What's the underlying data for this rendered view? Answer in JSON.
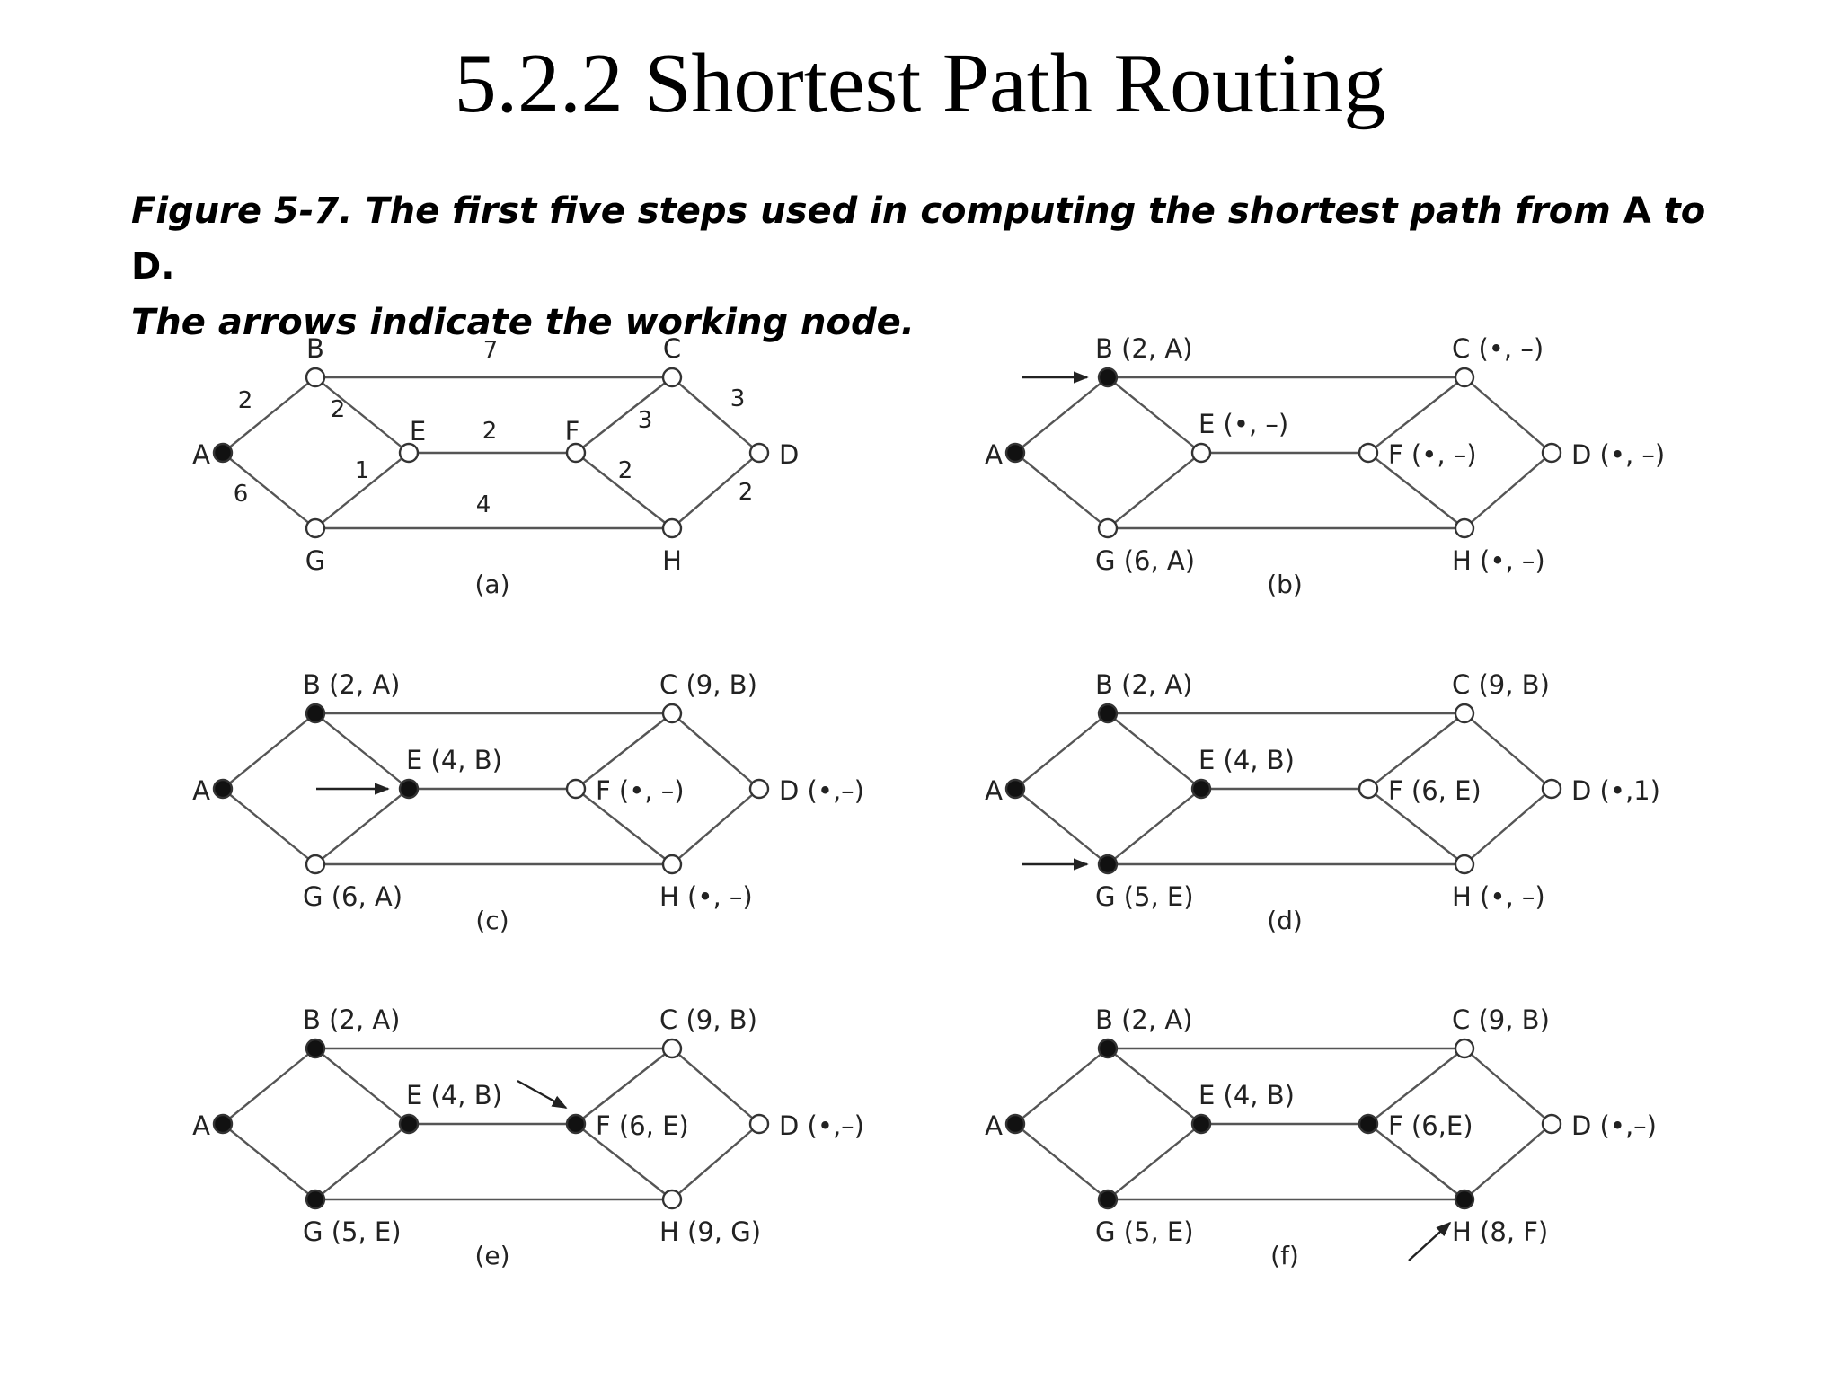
{
  "title": "5.2.2 Shortest Path Routing",
  "caption": {
    "line1_italic_a": "Figure 5-7. The first five steps used in computing the shortest path from ",
    "line1_node_a": "A",
    "line1_italic_b": " to ",
    "line1_node_b": "D",
    "line1_end": ".",
    "line2": "The arrows indicate the working node."
  },
  "panels": [
    {
      "id": "a",
      "sublabel": "(a)",
      "labels": {
        "A": "A",
        "B": "B",
        "C": "C",
        "D": "D",
        "E": "E",
        "F": "F",
        "G": "G",
        "H": "H"
      },
      "filled": [
        "A"
      ],
      "weights": {
        "AB": "2",
        "AG": "6",
        "BC": "7",
        "BE": "2",
        "EG": "1",
        "EF": "2",
        "GH": "4",
        "FC": "3",
        "FH": "2",
        "CD": "3",
        "HD": "2"
      },
      "arrow": null
    },
    {
      "id": "b",
      "sublabel": "(b)",
      "labels": {
        "A": "A",
        "B": "B (2, A)",
        "C": "C (•, –)",
        "D": "D (•, –)",
        "E": "E (•, –)",
        "F": "F (•, –)",
        "G": "G (6, A)",
        "H": "H (•, –)"
      },
      "filled": [
        "A",
        "B"
      ],
      "arrow": "B"
    },
    {
      "id": "c",
      "sublabel": "(c)",
      "labels": {
        "A": "A",
        "B": "B (2, A)",
        "C": "C (9, B)",
        "D": "D (•,–)",
        "E": "E (4, B)",
        "F": "F (•, –)",
        "G": "G (6, A)",
        "H": "H (•, –)"
      },
      "filled": [
        "A",
        "B",
        "E"
      ],
      "arrow": "E"
    },
    {
      "id": "d",
      "sublabel": "(d)",
      "labels": {
        "A": "A",
        "B": "B (2, A)",
        "C": "C (9, B)",
        "D": "D (•,1)",
        "E": "E (4, B)",
        "F": "F (6, E)",
        "G": "G (5, E)",
        "H": "H (•, –)"
      },
      "filled": [
        "A",
        "B",
        "E",
        "G"
      ],
      "arrow": "G"
    },
    {
      "id": "e",
      "sublabel": "(e)",
      "labels": {
        "A": "A",
        "B": "B (2, A)",
        "C": "C (9, B)",
        "D": "D (•,–)",
        "E": "E (4, B)",
        "F": "F (6, E)",
        "G": "G (5, E)",
        "H": "H (9, G)"
      },
      "filled": [
        "A",
        "B",
        "E",
        "G",
        "F"
      ],
      "arrow": "F"
    },
    {
      "id": "f",
      "sublabel": "(f)",
      "labels": {
        "A": "A",
        "B": "B (2, A)",
        "C": "C (9, B)",
        "D": "D (•,–)",
        "E": "E (4, B)",
        "F": "F (6,E)",
        "G": "G (5, E)",
        "H": "H (8, F)"
      },
      "filled": [
        "A",
        "B",
        "E",
        "G",
        "F",
        "H"
      ],
      "arrow": "H"
    }
  ]
}
